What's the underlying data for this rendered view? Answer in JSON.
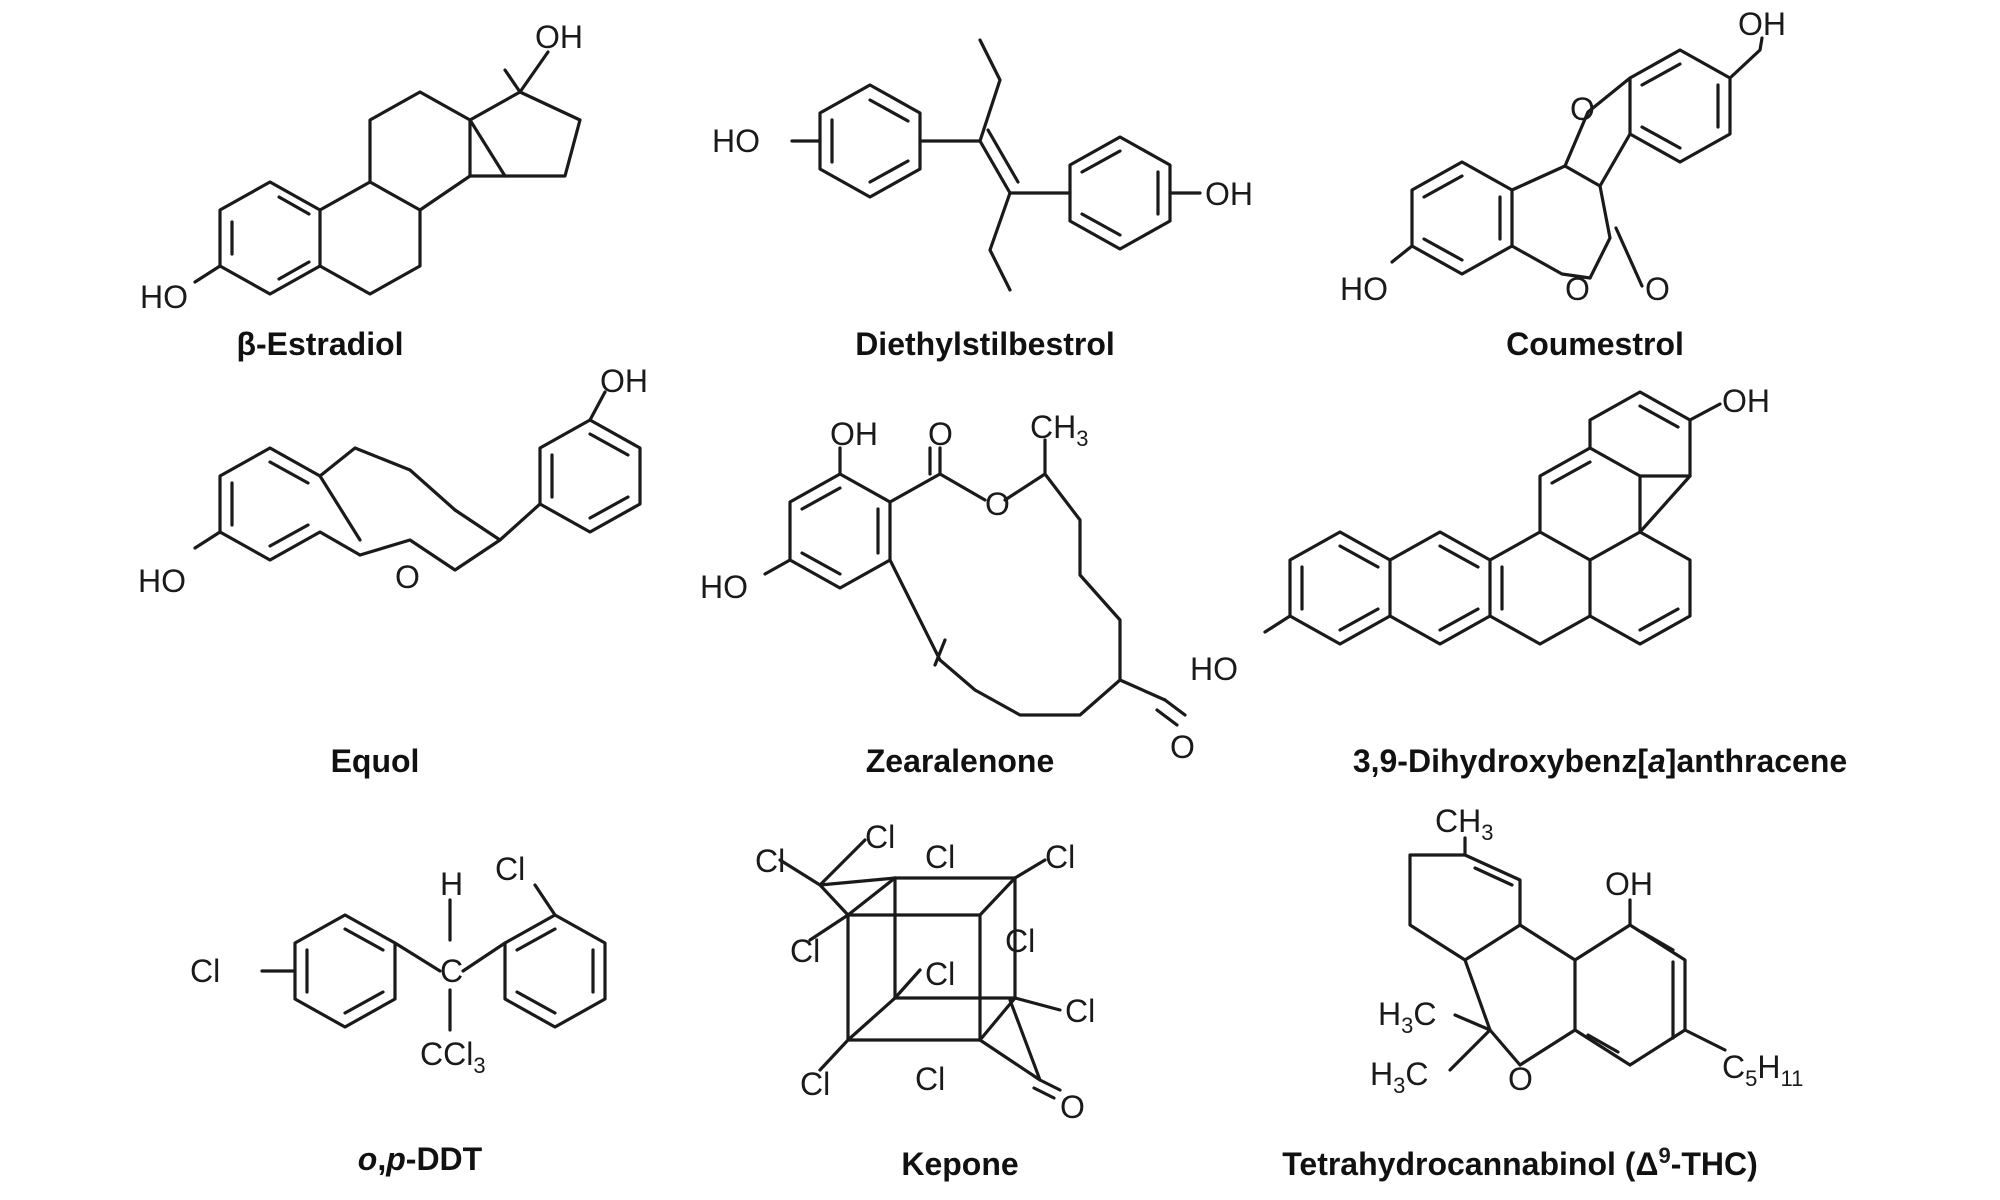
{
  "compounds": [
    {
      "name": "β-Estradiol",
      "labels": {
        "oh_top": "OH",
        "ho": "HO"
      }
    },
    {
      "name": "Diethylstilbestrol",
      "labels": {
        "ho": "HO",
        "oh": "OH"
      }
    },
    {
      "name": "Coumestrol",
      "labels": {
        "oh": "OH",
        "ho": "HO",
        "o_ring": "O",
        "o_lactone": "O",
        "o_carbonyl": "O"
      }
    },
    {
      "name": "Equol",
      "labels": {
        "oh": "OH",
        "ho": "HO",
        "o_ring": "O"
      }
    },
    {
      "name": "Zearalenone",
      "labels": {
        "oh": "OH",
        "ho": "HO",
        "o_ester": "O",
        "o_carbonyl_top": "O",
        "ch3": "CH",
        "ch3_sub": "3",
        "o_ketone": "O"
      }
    },
    {
      "name_parts": [
        "3,9-Dihydroxybenz[",
        "a",
        "]anthracene"
      ],
      "labels": {
        "oh": "OH",
        "ho": "HO"
      }
    },
    {
      "name_parts": [
        "o",
        ",",
        "p",
        "-DDT"
      ],
      "labels": {
        "cl_left": "Cl",
        "cl_right": "Cl",
        "h": "H",
        "c": "C",
        "ccl3": "CCl",
        "ccl3_sub": "3"
      }
    },
    {
      "name": "Kepone",
      "labels": {
        "cl": "Cl",
        "o": "O"
      }
    },
    {
      "name_parts": [
        "Tetrahydrocannabinol (Δ",
        "9",
        "-THC)"
      ],
      "labels": {
        "ch3": "CH",
        "ch3_sub": "3",
        "oh": "OH",
        "h3c": "H",
        "h3c_sub": "3",
        "h3c_c": "C",
        "o": "O",
        "c5h11_c": "C",
        "c5h11_c_sub": "5",
        "c5h11_h": "H",
        "c5h11_h_sub": "11"
      }
    }
  ]
}
